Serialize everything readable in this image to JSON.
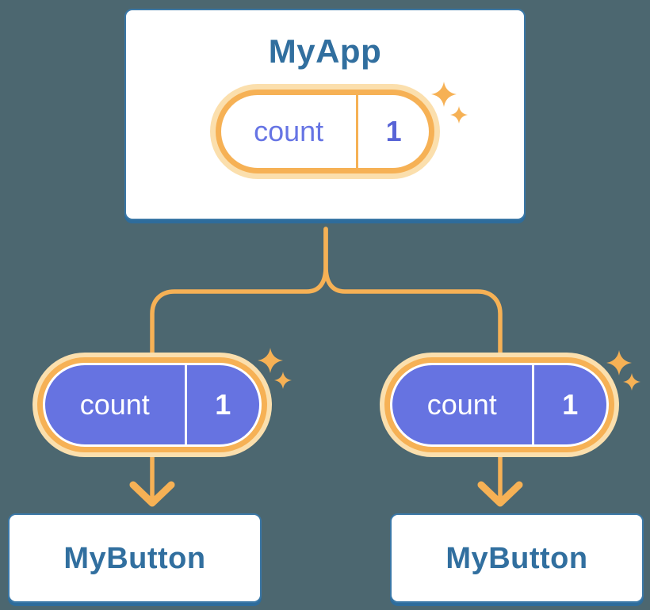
{
  "diagram": {
    "description": "React component tree showing shared state passed down as props",
    "background_color": "#4C6770",
    "card_border_color": "#3A77A6",
    "card_shadow_color": "#2E6C9B",
    "card_text_color": "#316F9F",
    "orange_color": "#F6B155",
    "orange_glow_color": "#FBDFAD",
    "purple_color": "#6673E1",
    "tree": {
      "root": {
        "title": "MyApp",
        "state": {
          "label": "count",
          "value": "1"
        }
      },
      "children": [
        {
          "title": "MyButton",
          "state": {
            "label": "count",
            "value": "1"
          }
        },
        {
          "title": "MyButton",
          "state": {
            "label": "count",
            "value": "1"
          }
        }
      ]
    }
  }
}
